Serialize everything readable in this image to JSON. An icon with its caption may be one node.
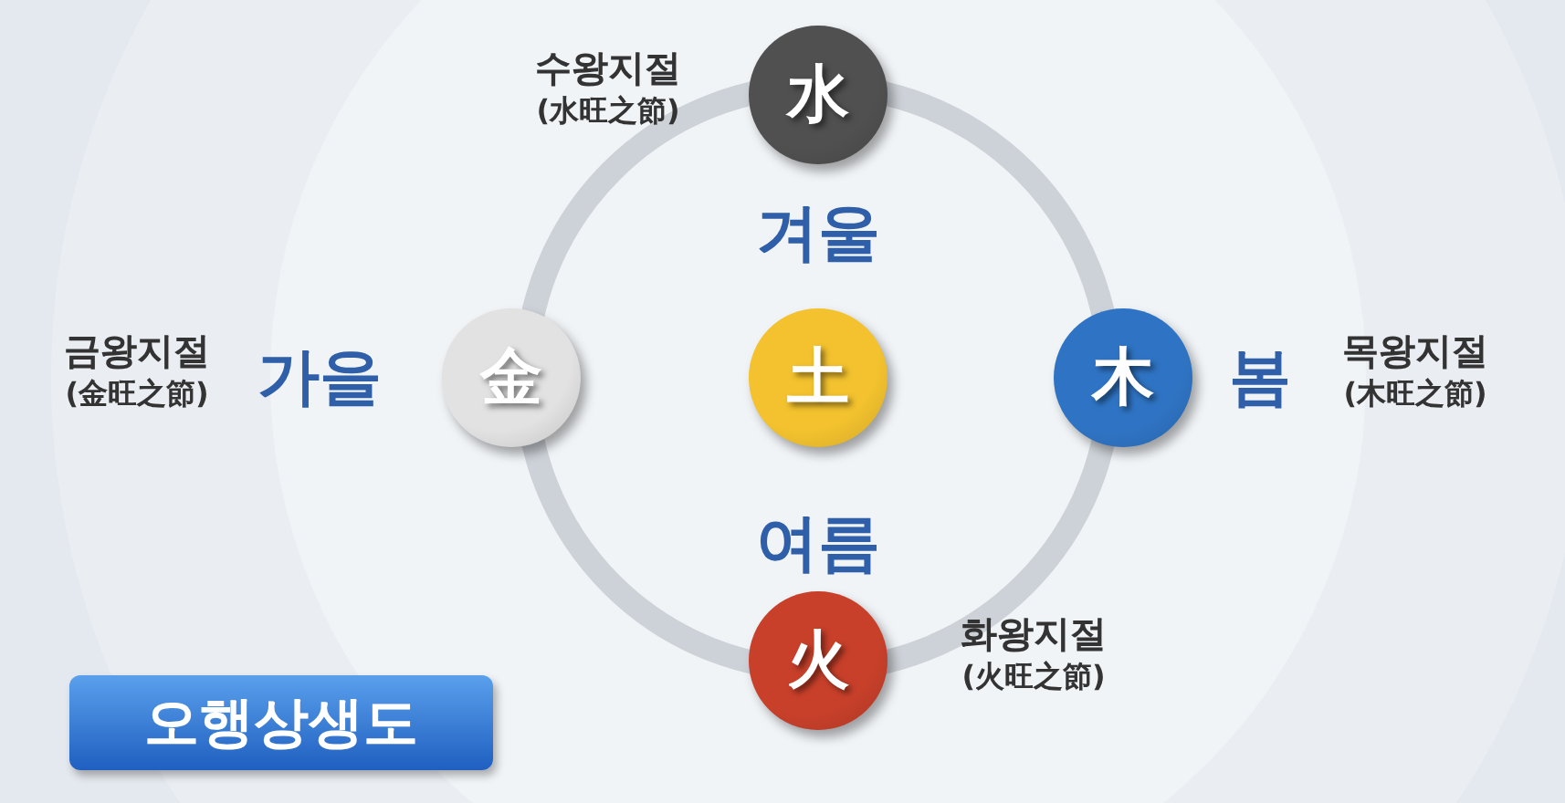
{
  "diagram": {
    "title": "오행상생도",
    "nodes": [
      {
        "text": [
          "水"
        ],
        "beside": [
          "수왕지절",
          "(水旺之節)"
        ]
      },
      {
        "text": [
          "金"
        ],
        "beside": [
          "금왕지절",
          "(金旺之節)"
        ]
      },
      {
        "text": [
          "土"
        ]
      },
      {
        "text": [
          "木"
        ],
        "beside": [
          "목왕지절",
          "(木旺之節)"
        ]
      },
      {
        "text": [
          "火"
        ],
        "beside": [
          "화왕지절",
          "(火旺之節)"
        ]
      }
    ],
    "labels": [
      "겨울",
      "가을",
      "봄",
      "여름"
    ]
  }
}
